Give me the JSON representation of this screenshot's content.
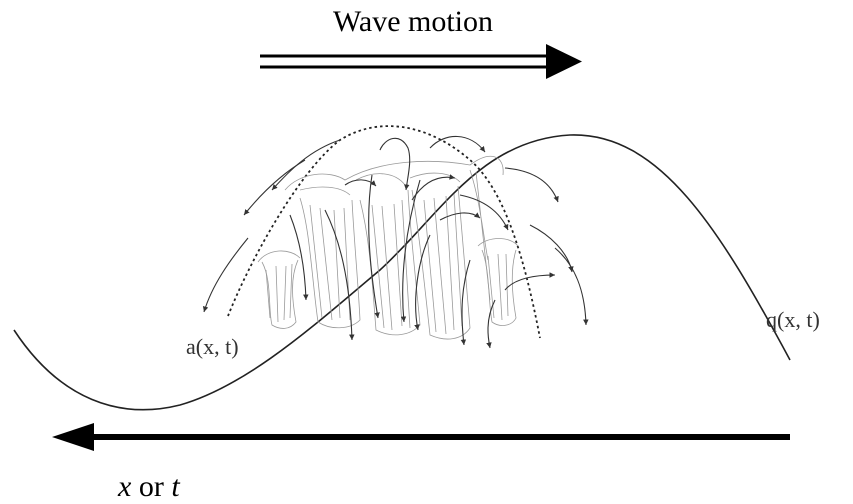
{
  "title": "Wave motion",
  "labels": {
    "a": "a(x, t)",
    "q": "q(x, t)",
    "axis_var1": "x",
    "axis_or": " or ",
    "axis_var2": "t"
  },
  "colors": {
    "ink": "#000000",
    "curve": "#222222",
    "faint": "#9a9a9a"
  }
}
